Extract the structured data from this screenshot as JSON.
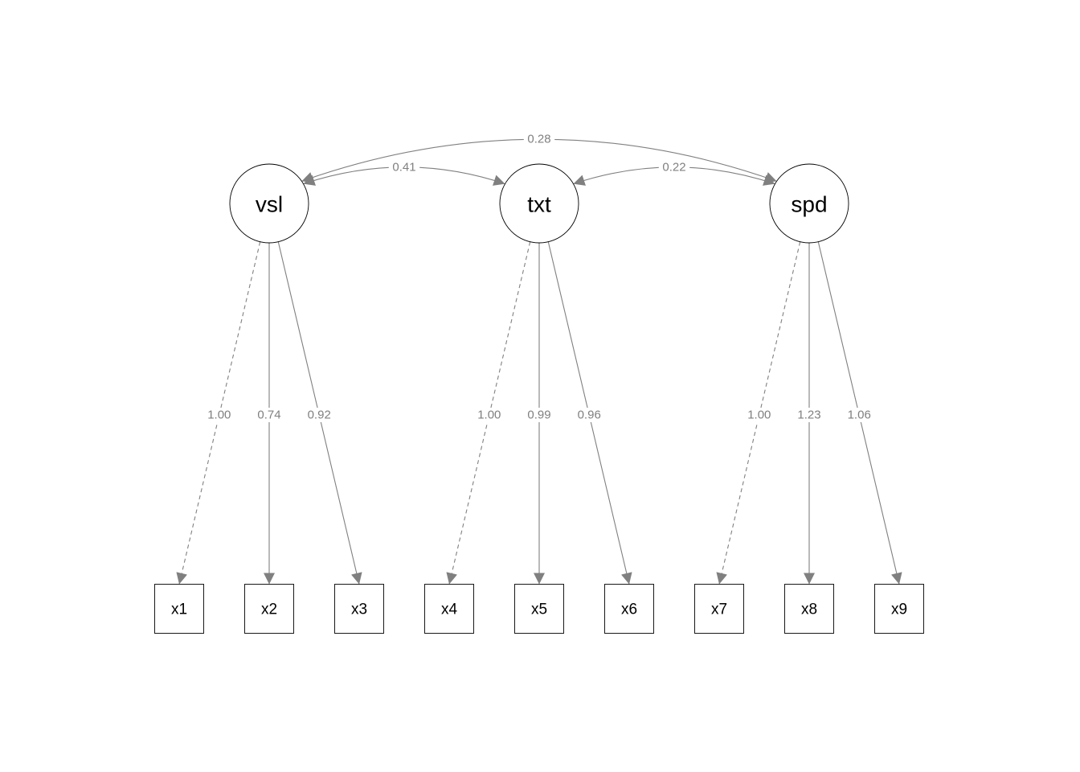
{
  "latents": [
    {
      "id": "vsl",
      "label": "vsl"
    },
    {
      "id": "txt",
      "label": "txt"
    },
    {
      "id": "spd",
      "label": "spd"
    }
  ],
  "manifests": [
    {
      "id": "x1",
      "label": "x1"
    },
    {
      "id": "x2",
      "label": "x2"
    },
    {
      "id": "x3",
      "label": "x3"
    },
    {
      "id": "x4",
      "label": "x4"
    },
    {
      "id": "x5",
      "label": "x5"
    },
    {
      "id": "x6",
      "label": "x6"
    },
    {
      "id": "x7",
      "label": "x7"
    },
    {
      "id": "x8",
      "label": "x8"
    },
    {
      "id": "x9",
      "label": "x9"
    }
  ],
  "loadings": [
    {
      "from": "vsl",
      "to": "x1",
      "value": "1.00",
      "fixed": true
    },
    {
      "from": "vsl",
      "to": "x2",
      "value": "0.74",
      "fixed": false
    },
    {
      "from": "vsl",
      "to": "x3",
      "value": "0.92",
      "fixed": false
    },
    {
      "from": "txt",
      "to": "x4",
      "value": "1.00",
      "fixed": true
    },
    {
      "from": "txt",
      "to": "x5",
      "value": "0.99",
      "fixed": false
    },
    {
      "from": "txt",
      "to": "x6",
      "value": "0.96",
      "fixed": false
    },
    {
      "from": "spd",
      "to": "x7",
      "value": "1.00",
      "fixed": true
    },
    {
      "from": "spd",
      "to": "x8",
      "value": "1.23",
      "fixed": false
    },
    {
      "from": "spd",
      "to": "x9",
      "value": "1.06",
      "fixed": false
    }
  ],
  "covariances": [
    {
      "from": "vsl",
      "to": "txt",
      "value": "0.41"
    },
    {
      "from": "txt",
      "to": "spd",
      "value": "0.22"
    },
    {
      "from": "vsl",
      "to": "spd",
      "value": "0.28"
    }
  ],
  "colors": {
    "edge": "#808080",
    "node_stroke": "#000000",
    "background": "#ffffff"
  }
}
